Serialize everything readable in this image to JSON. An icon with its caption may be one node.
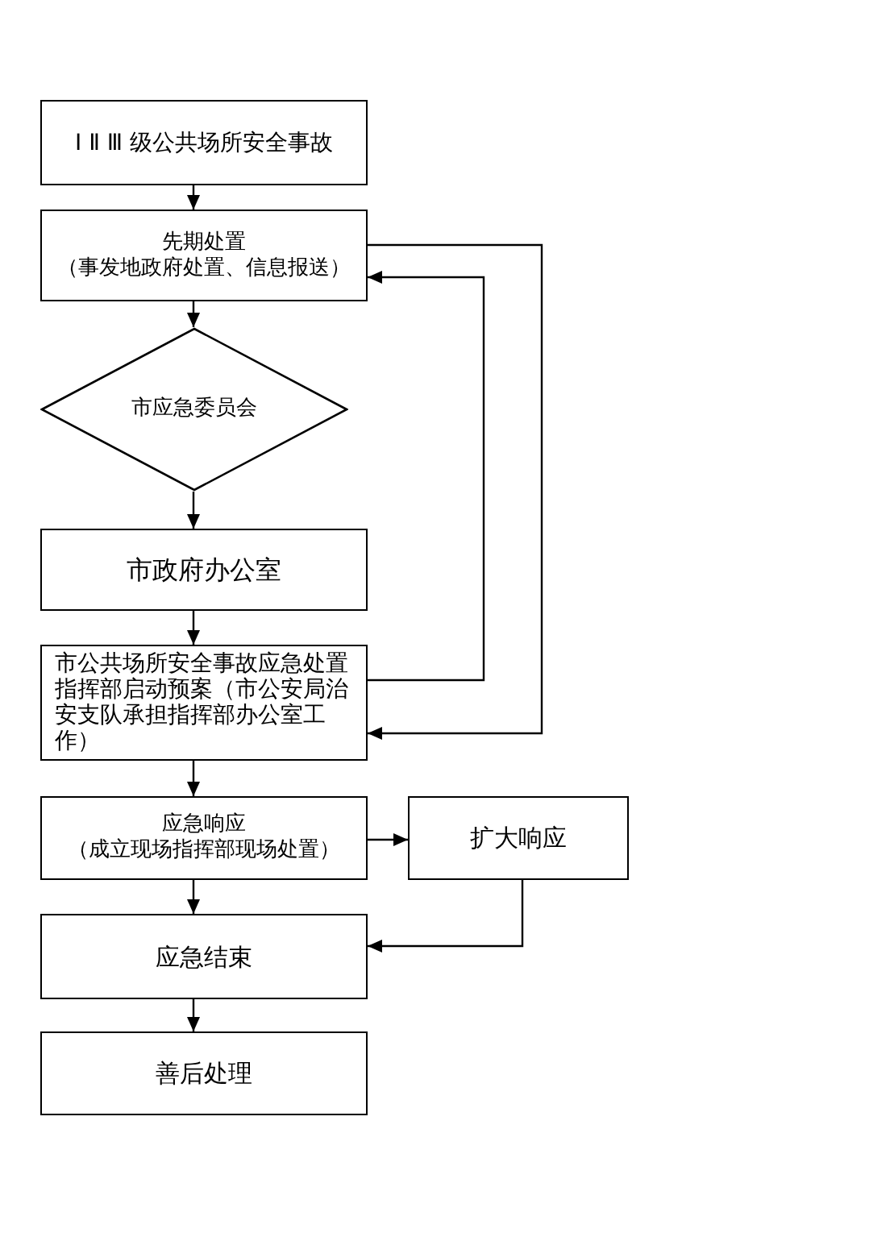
{
  "diagram": {
    "nodes": [
      {
        "text": [
          "Ⅰ Ⅱ Ⅲ 级公共场所安全事故"
        ]
      },
      {
        "text": [
          "先期处置",
          "（事发地政府处置、信息报送）"
        ]
      },
      {
        "text": [
          "市应急委员会"
        ]
      },
      {
        "text": [
          "市政府办公室"
        ]
      },
      {
        "text": [
          "市公共场所安全事故应急处置指挥部启动预案（市公安局治安支队承担指挥部办公室工作）"
        ]
      },
      {
        "text": [
          "应急响应",
          "（成立现场指挥部现场处置）"
        ]
      },
      {
        "text": [
          "扩大响应"
        ]
      },
      {
        "text": [
          "应急结束"
        ]
      },
      {
        "text": [
          "善后处理"
        ]
      }
    ],
    "edges": [
      {
        "from": 0,
        "to": 1,
        "arrow": "to"
      },
      {
        "from": 1,
        "to": 2,
        "arrow": "to"
      },
      {
        "from": 2,
        "to": 3,
        "arrow": "to"
      },
      {
        "from": 3,
        "to": 4,
        "arrow": "to"
      },
      {
        "from": 1,
        "to": 4,
        "arrow": "to"
      },
      {
        "from": 4,
        "to": 1,
        "arrow": "to"
      },
      {
        "from": 4,
        "to": 5,
        "arrow": "to"
      },
      {
        "from": 5,
        "to": 7,
        "arrow": "to"
      },
      {
        "from": 5,
        "to": 6,
        "arrow": "to"
      },
      {
        "from": 6,
        "to": 7,
        "arrow": "to"
      },
      {
        "from": 7,
        "to": 8,
        "arrow": "to"
      }
    ]
  }
}
